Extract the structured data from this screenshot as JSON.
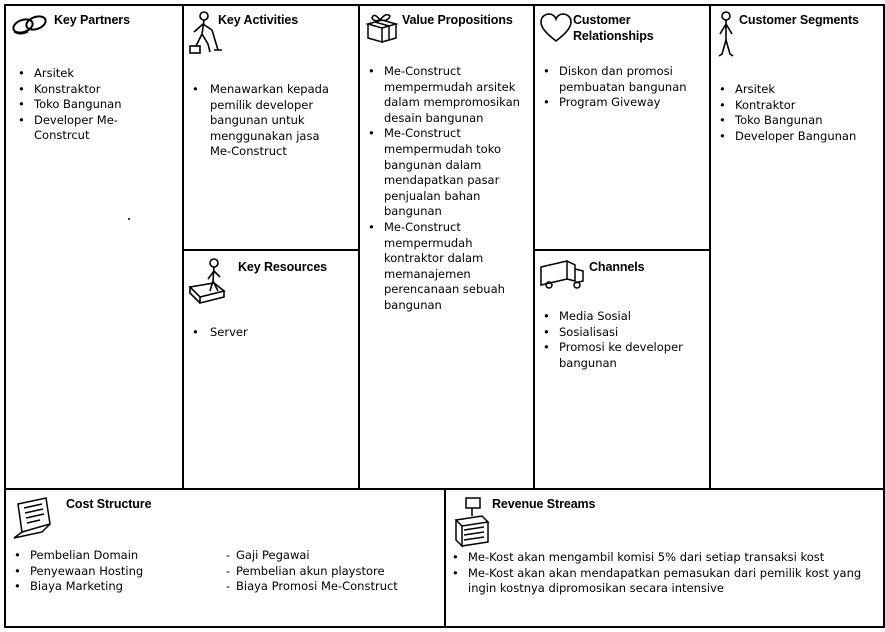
{
  "canvas": {
    "key_partners": {
      "title": "Key Partners",
      "items": [
        "Arsitek",
        "Konstraktor",
        "Toko Bangunan",
        "Developer Me-Constrcut"
      ]
    },
    "key_activities": {
      "title": "Key Activities",
      "items": [
        "Menawarkan kepada pemilik developer bangunan untuk menggunakan jasa Me-Construct"
      ]
    },
    "key_resources": {
      "title": "Key Resources",
      "items": [
        "Server"
      ]
    },
    "value_propositions": {
      "title": "Value Propositions",
      "items": [
        "Me-Construct mempermudah arsitek dalam mempromosikan desain bangunan",
        "Me-Construct mempermudah toko bangunan dalam mendapatkan pasar penjualan bahan bangunan",
        "Me-Construct mempermudah kontraktor dalam memanajemen perencanaan sebuah bangunan"
      ]
    },
    "customer_relationships": {
      "title_line1": "Customer",
      "title_line2": "Relationships",
      "items": [
        "Diskon dan promosi pembuatan bangunan",
        "Program Giveway"
      ]
    },
    "channels": {
      "title": "Channels",
      "items": [
        "Media Sosial",
        "Sosialisasi",
        "Promosi ke developer bangunan"
      ]
    },
    "customer_segments": {
      "title": "Customer Segments",
      "items": [
        "Arsitek",
        "Kontraktor",
        "Toko Bangunan",
        "Developer Bangunan"
      ]
    },
    "cost_structure": {
      "title": "Cost Structure",
      "items_left": [
        "Pembelian Domain",
        "Penyewaan Hosting",
        "Biaya Marketing"
      ],
      "items_right": [
        "Gaji Pegawai",
        "Pembelian akun playstore",
        "Biaya Promosi Me-Construct"
      ]
    },
    "revenue_streams": {
      "title": "Revenue Streams",
      "items": [
        "Me-Kost akan mengambil komisi 5% dari setiap transaksi kost",
        "Me-Kost akan akan mendapatkan pemasukan dari pemilik kost yang ingin kostnya dipromosikan secara intensive"
      ]
    }
  }
}
